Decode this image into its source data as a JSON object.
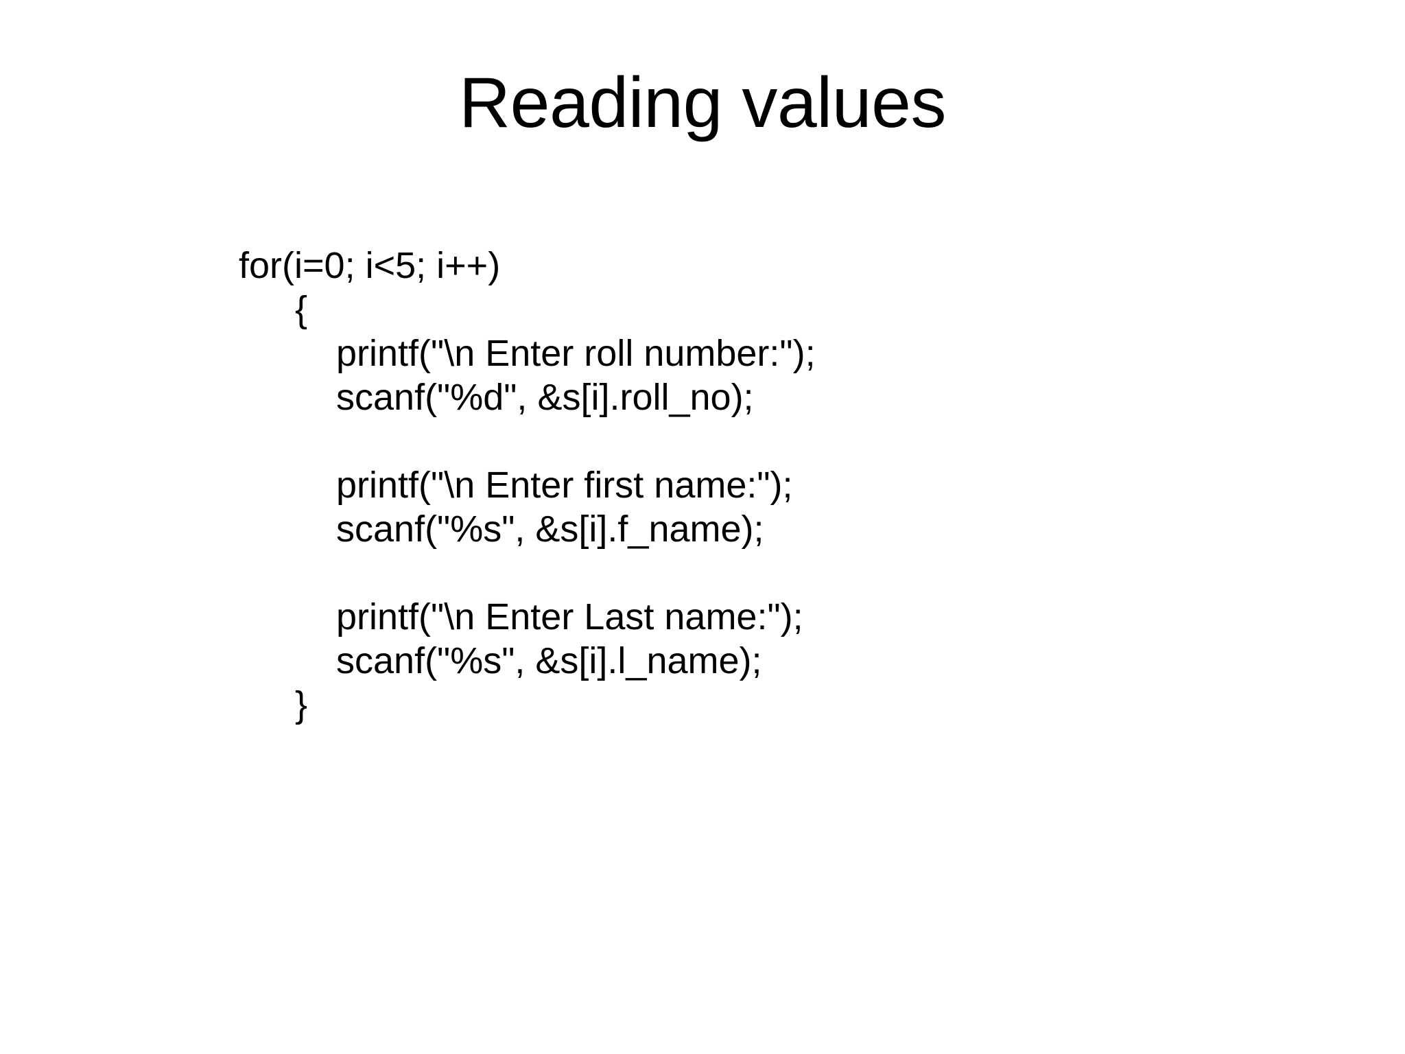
{
  "slide": {
    "title": "Reading values",
    "background_color": "#ffffff",
    "text_color": "#000000",
    "code": {
      "language": "c",
      "lines": [
        {
          "indent": 0,
          "text": "for(i=0; i<5; i++)"
        },
        {
          "indent": 1,
          "text": "{"
        },
        {
          "indent": 2,
          "text": "printf(\"\\n Enter roll number:\");"
        },
        {
          "indent": 2,
          "text": "scanf(\"%d\", &s[i].roll_no);"
        },
        {
          "indent": 2,
          "text": ""
        },
        {
          "indent": 2,
          "text": "printf(\"\\n Enter first name:\");"
        },
        {
          "indent": 2,
          "text": "scanf(\"%s\", &s[i].f_name);"
        },
        {
          "indent": 2,
          "text": ""
        },
        {
          "indent": 2,
          "text": "printf(\"\\n Enter Last name:\");"
        },
        {
          "indent": 2,
          "text": "scanf(\"%s\", &s[i].l_name);"
        },
        {
          "indent": 1,
          "text": "}"
        }
      ]
    }
  }
}
